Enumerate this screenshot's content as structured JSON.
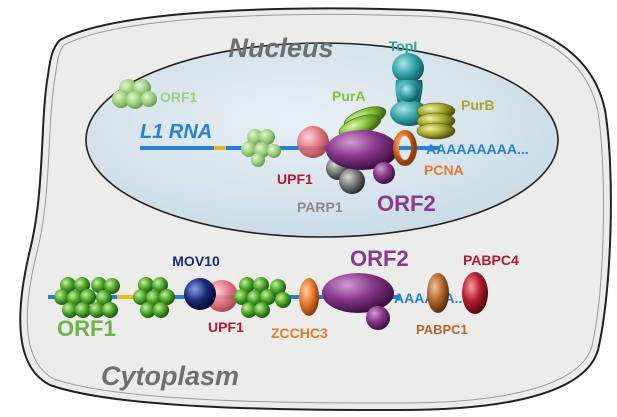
{
  "compartments": {
    "nucleus": "Nucleus",
    "cytoplasm": "Cytoplasm"
  },
  "nuclear_complex": {
    "rna_label": "L1 RNA",
    "poly_a": "AAAAAAAAA...",
    "orf1_free": "ORF1",
    "pura": "PurA",
    "topi": "TopI",
    "purb": "PurB",
    "upf1": "UPF1",
    "parp1": "PARP1",
    "orf2": "ORF2",
    "pcna": "PCNA"
  },
  "cytoplasmic_complex": {
    "orf1": "ORF1",
    "mov10": "MOV10",
    "upf1": "UPF1",
    "zcchc3": "ZCCHC3",
    "orf2": "ORF2",
    "poly_a": "AAAAAA...",
    "pabpc1": "PABPC1",
    "pabpc4": "PABPC4"
  },
  "colors": {
    "rna_strand": "#2a7fd4",
    "rna_segment": "#e7b81f",
    "orf1": "#6bb34a",
    "orf2": "#8a3a8c",
    "upf1": "#e06a78",
    "upf1_text": "#b01c2e",
    "parp1": "#6f6f6f",
    "pcna": "#e8782a",
    "pura": "#86bf3c",
    "purb": "#a7a82c",
    "topi": "#2f9fa3",
    "mov10": "#1b2a78",
    "zcchc3": "#e07a2a",
    "pabpc1": "#b5672a",
    "pabpc4": "#b01c2e",
    "nucleus_fill": "#dbe7ee",
    "cell_fill": "#ececea"
  }
}
